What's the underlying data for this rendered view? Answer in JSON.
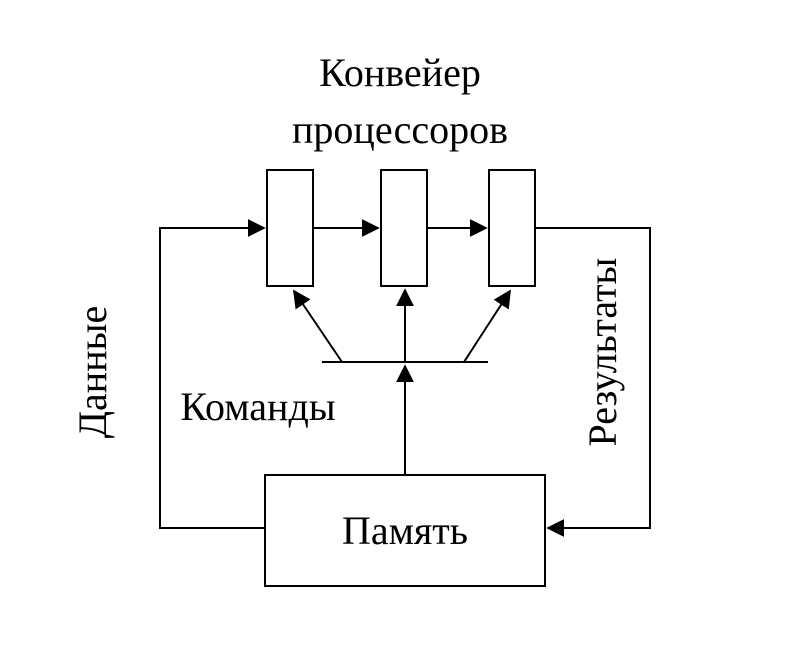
{
  "diagram": {
    "title_line1": "Конвейер",
    "title_line2": "процессоров",
    "labels": {
      "data": "Данные",
      "commands": "Команды",
      "results": "Результаты",
      "memory": "Память"
    },
    "colors": {
      "line": "#000000",
      "background": "#ffffff",
      "box_fill": "#ffffff"
    }
  }
}
